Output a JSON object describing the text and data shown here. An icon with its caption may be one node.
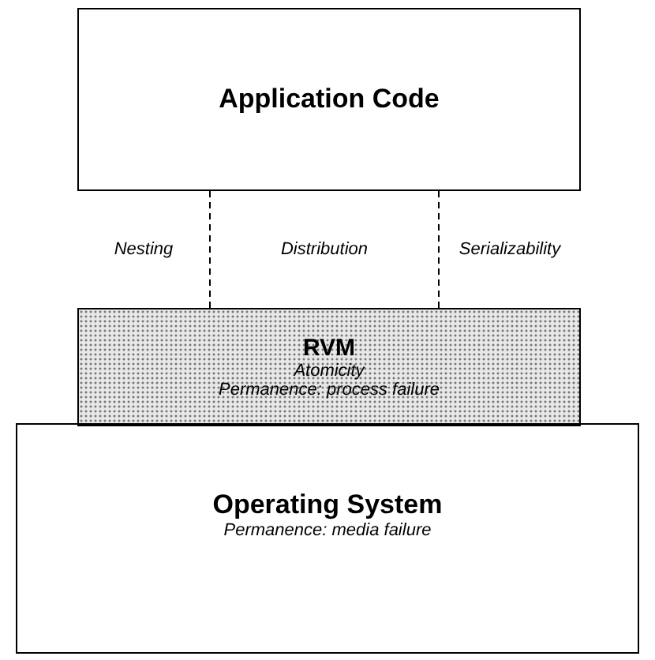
{
  "diagram": {
    "nodes": [
      {
        "text": [
          "Application Code"
        ]
      },
      {
        "text": [
          "Nesting"
        ]
      },
      {
        "text": [
          "Distribution"
        ]
      },
      {
        "text": [
          "Serializability"
        ]
      },
      {
        "text": [
          "RVM",
          "Atomicity",
          "Permanence: process failure"
        ]
      },
      {
        "text": [
          "Operating System",
          "Permanence: media failure"
        ]
      }
    ]
  }
}
